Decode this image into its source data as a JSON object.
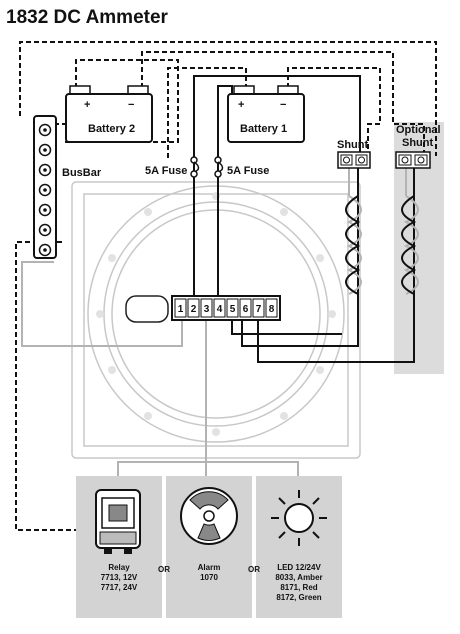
{
  "title": "1832 DC Ammeter",
  "labels": {
    "busbar": "BusBar",
    "battery1": "Battery 1",
    "battery2": "Battery 2",
    "fuse_left": "5A Fuse",
    "fuse_right": "5A Fuse",
    "shunt": "Shunt",
    "optional_shunt_line1": "Optional",
    "optional_shunt_line2": "Shunt",
    "plus": "+",
    "minus": "−"
  },
  "terminals": [
    "1",
    "2",
    "3",
    "4",
    "5",
    "6",
    "7",
    "8"
  ],
  "accessories": [
    {
      "name": "relay",
      "lines": [
        "Relay",
        "7713, 12V",
        "7717, 24V"
      ]
    },
    {
      "name": "alarm",
      "lines": [
        "Alarm",
        "1070"
      ]
    },
    {
      "name": "led",
      "lines": [
        "LED 12/24V",
        "8033, Amber",
        "8171, Red",
        "8172, Green"
      ]
    }
  ],
  "or_labels": [
    "OR",
    "OR"
  ],
  "colors": {
    "wire": "#111111",
    "panel_grey": "#d3d3d3",
    "shunt_grey": "#dcdcdc",
    "faceplate_line": "#c8c8c8"
  }
}
